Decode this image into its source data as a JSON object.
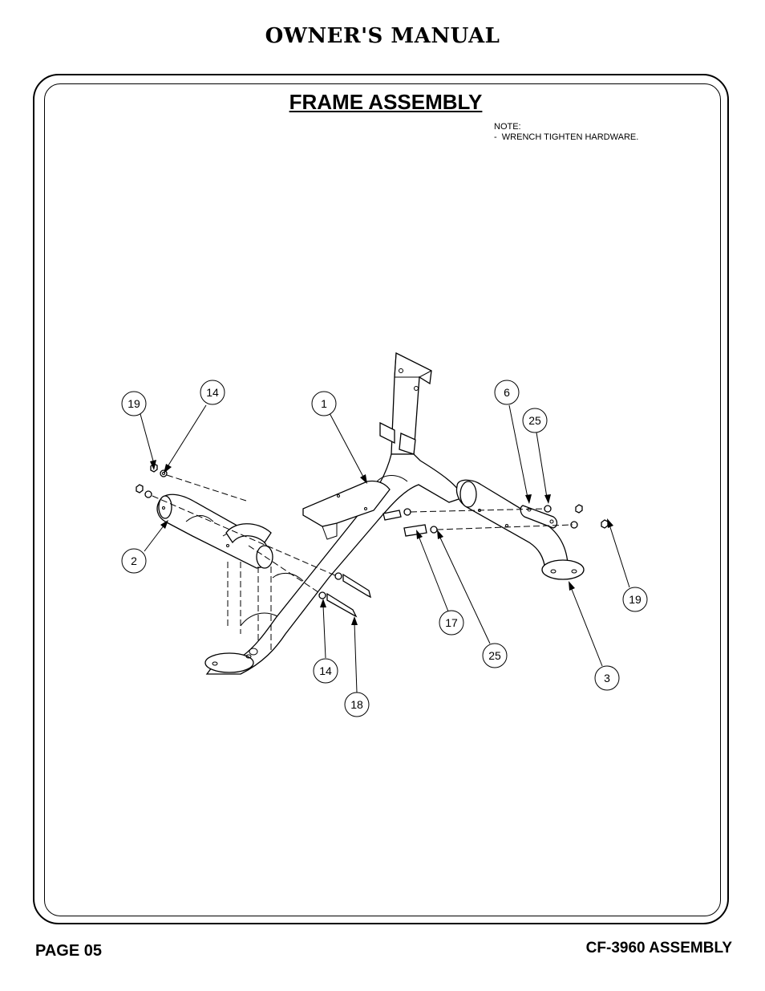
{
  "header": {
    "title": "OWNER'S MANUAL"
  },
  "section": {
    "title": "FRAME ASSEMBLY"
  },
  "note": {
    "heading": "NOTE:",
    "lines": [
      "-  WRENCH TIGHTEN HARDWARE."
    ]
  },
  "callouts": [
    {
      "label": "19"
    },
    {
      "label": "14"
    },
    {
      "label": "1"
    },
    {
      "label": "6"
    },
    {
      "label": "25"
    },
    {
      "label": "2"
    },
    {
      "label": "19"
    },
    {
      "label": "17"
    },
    {
      "label": "25"
    },
    {
      "label": "14"
    },
    {
      "label": "3"
    },
    {
      "label": "18"
    }
  ],
  "footer": {
    "page": "PAGE 05",
    "model": "CF-3960 ASSEMBLY"
  }
}
